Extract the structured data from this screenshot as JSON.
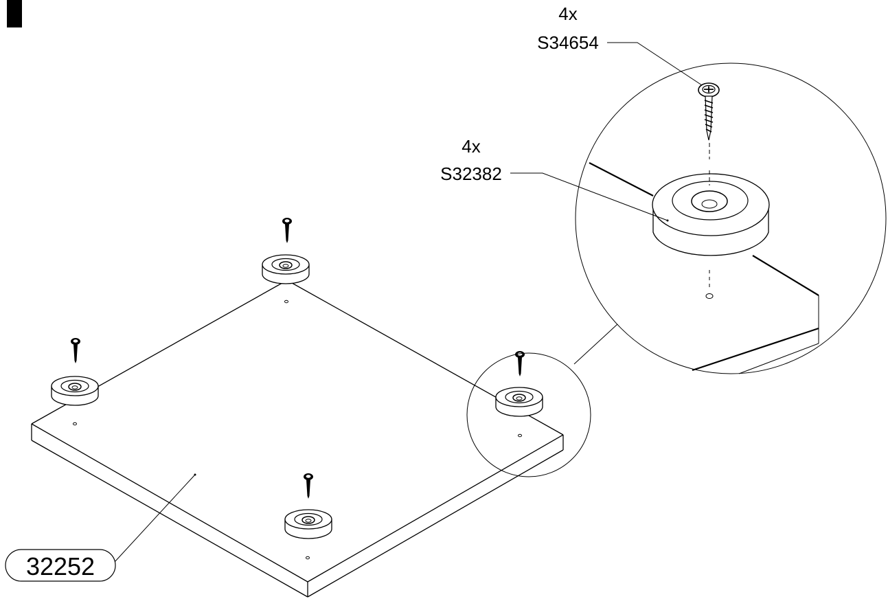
{
  "diagram": {
    "board_part": "32252",
    "callouts": [
      {
        "qty": "4x",
        "part": "S34654"
      },
      {
        "qty": "4x",
        "part": "S32382"
      }
    ],
    "colors": {
      "ink": "#000000",
      "paper": "#ffffff"
    }
  }
}
